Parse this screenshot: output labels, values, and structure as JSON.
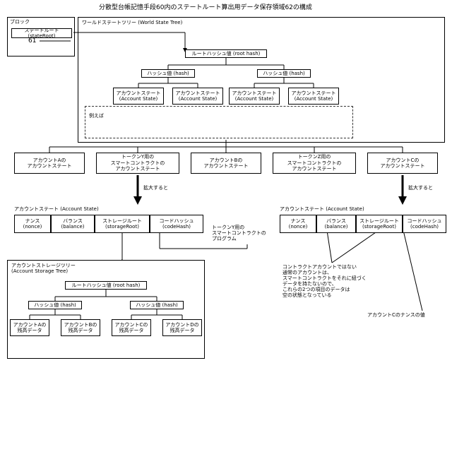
{
  "figure": {
    "title": "分散型台帳記憶手段60内のステートルート算出用データ保存領域62の構成",
    "ref_numeral": "61",
    "for_example": "例えば"
  },
  "block": {
    "label": "ブロック",
    "state_root": "ステートルート (stateRoot)"
  },
  "world_state_tree": {
    "label": "ワールドステートツリー (World State Tree)",
    "root_hash": "ルートハッシュ値 (root hash)",
    "hash_left": "ハッシュ値 (hash)",
    "hash_right": "ハッシュ値 (hash)",
    "account_state_1": "アカウントステート\n(Account State)",
    "account_state_2": "アカウントステート\n(Account State)",
    "account_state_3": "アカウントステート\n(Account State)",
    "account_state_4": "アカウントステート\n(Account State)"
  },
  "expanded_accounts": {
    "account_a": "アカウントAの\nアカウントステート",
    "token_y": "トークンY用の\nスマートコントラクトの\nアカウントステート",
    "account_b": "アカウントBの\nアカウントステート",
    "token_z": "トークンZ用の\nスマートコントラクトの\nアカウントステート",
    "account_c": "アカウントCの\nアカウントステート"
  },
  "expand_label": "拡大すると",
  "account_state_token_y": {
    "label": "アカウントステート (Account State)",
    "nonce": "ナンス\n(nonce)",
    "balance": "バランス\n(balance)",
    "storage_root": "ストレージルート\n(storageRoot)",
    "code_hash": "コードハッシュ\n(codeHash)"
  },
  "account_state_c": {
    "label": "アカウントステート (Account State)",
    "nonce": "ナンス\n(nonce)",
    "balance": "バランス\n(balance)",
    "storage_root": "ストレージルート\n(storageRoot)",
    "code_hash": "コードハッシュ\n(codeHash)"
  },
  "token_y_program": "トークンY用の\nスマートコントラクトの\nプログラム",
  "storage_tree": {
    "label": "アカウントストレージツリー\n(Account Storage Tree)",
    "root_hash": "ルートハッシュ値 (root hash)",
    "hash_left": "ハッシュ値 (hash)",
    "hash_right": "ハッシュ値 (hash)",
    "balance_a": "アカウントAの\n残高データ",
    "balance_b": "アカウントBの\n残高データ",
    "balance_c": "アカウントCの\n残高データ",
    "balance_d": "アカウントDの\n残高データ"
  },
  "annotations": {
    "non_contract_note": "コントラクトアカウントではない\n通常のアカウントは、\nスマートコントラクトをそれに紐づく\nデータを持たないので、\nこれらの2つの項目のデータは\n空の状態となっている",
    "nonce_of_c": "アカウントCのナンスの値"
  }
}
